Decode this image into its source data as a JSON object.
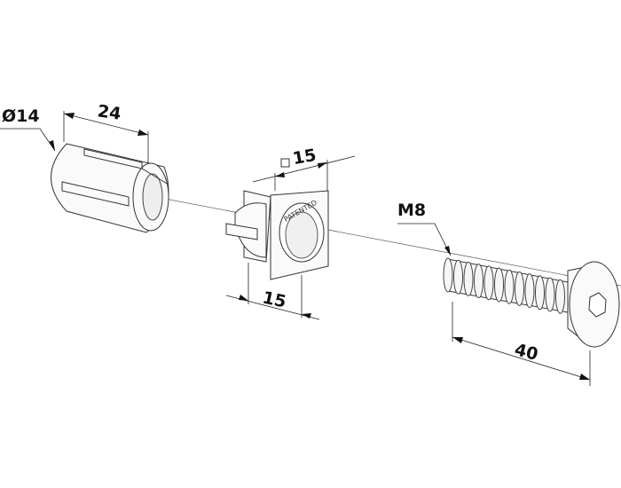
{
  "dimensions": {
    "sleeve_diameter": "Ø14",
    "sleeve_length": "24",
    "nut_square": "15",
    "nut_depth": "15",
    "bolt_thread": "M8",
    "bolt_length": "40"
  },
  "nut_marking": "PATENTED",
  "colors": {
    "line": "#333333",
    "fill": "#fafafa"
  }
}
